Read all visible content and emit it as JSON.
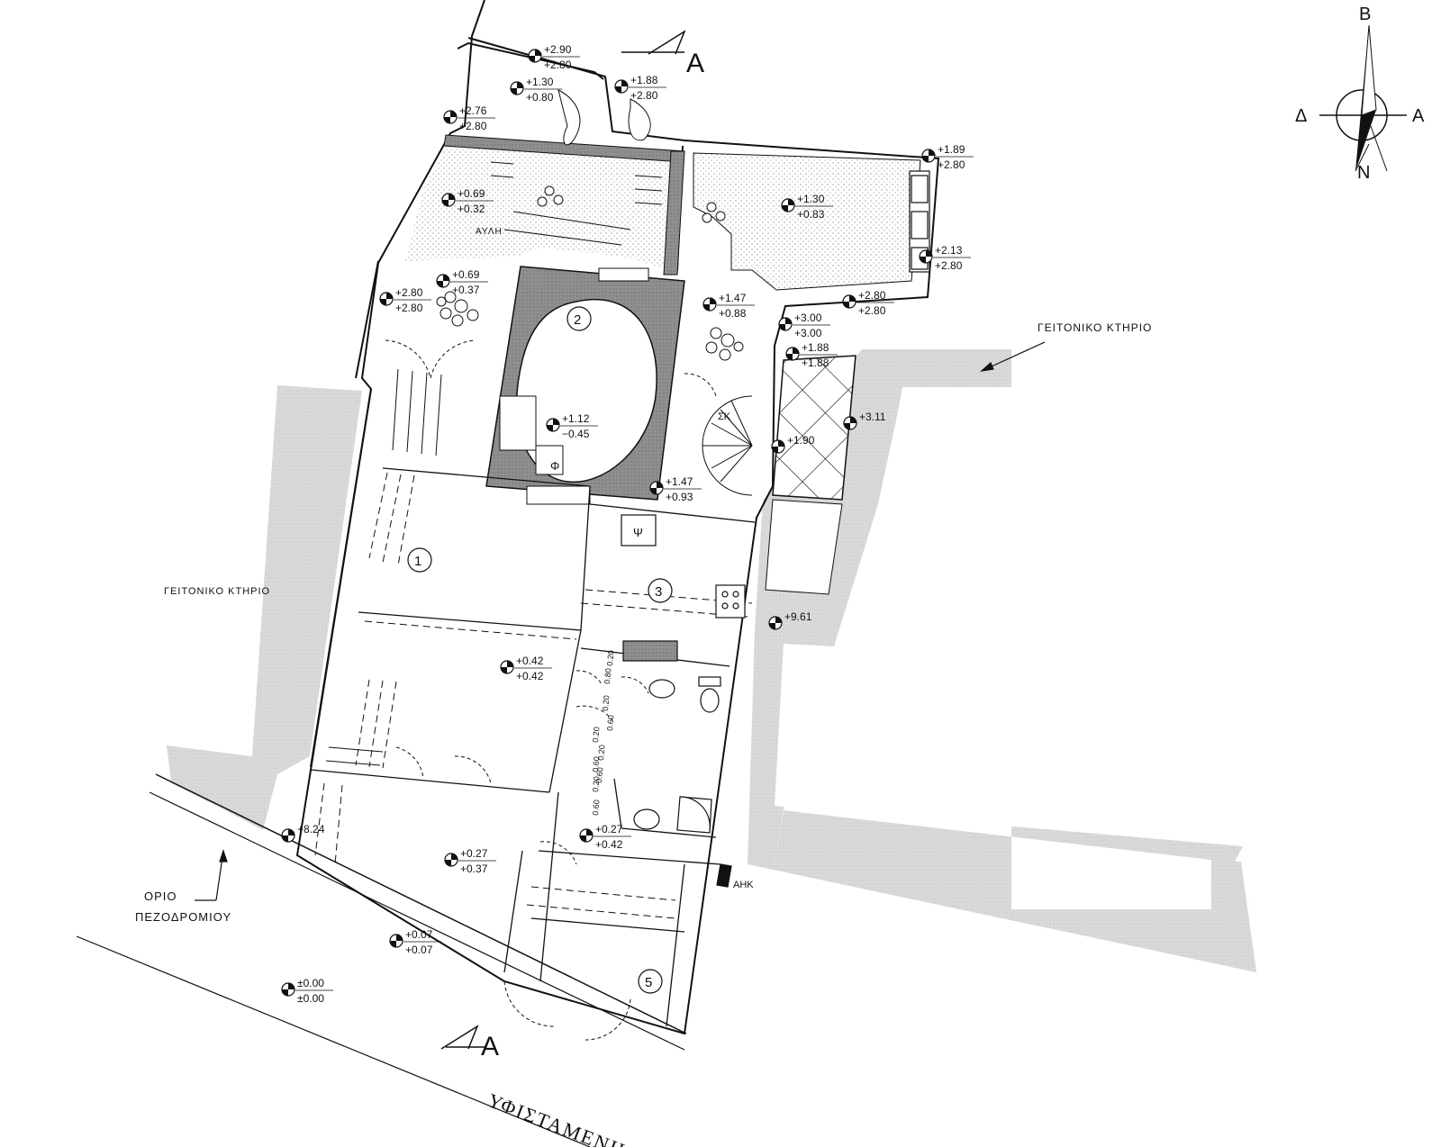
{
  "labels": {
    "section_top": "A",
    "section_bottom": "A",
    "neighbor_right": "ΓΕΙΤΟΝΙΚΟ ΚΤΗΡΙΟ",
    "neighbor_left": "ΓΕΙΤΟΝΙΚΟ ΚΤΗΡΙΟ",
    "yard": "ΑΥΛΗ",
    "sidewalk_line1": "ΟΡΙΟ",
    "sidewalk_line2": "ΠΕΖΟΔΡΟΜΙΟΥ",
    "street": "ΥΦΙΣΤΑΜΕΝΗ ΑΣΦΑ",
    "ahk": "ΑΗΚ",
    "stair": "ΣΚ",
    "sym_phi": "Φ",
    "sym_psi": "Ψ"
  },
  "compass": {
    "north": "B",
    "south": "N",
    "east": "A",
    "west": "Δ"
  },
  "rooms": [
    "1",
    "2",
    "3",
    "5"
  ],
  "levels": [
    {
      "top": "+2.90",
      "bottom": "+2.80"
    },
    {
      "top": "+1.30",
      "bottom": "+0.80"
    },
    {
      "top": "+1.88",
      "bottom": "+2.80"
    },
    {
      "top": "+2.76",
      "bottom": "+2.80"
    },
    {
      "top": "+1.89",
      "bottom": "+2.80"
    },
    {
      "top": "+0.69",
      "bottom": "+0.32"
    },
    {
      "top": "+1.30",
      "bottom": "+0.83"
    },
    {
      "top": "+2.13",
      "bottom": "+2.80"
    },
    {
      "top": "+0.69",
      "bottom": "+0.37"
    },
    {
      "top": "+2.80",
      "bottom": "+2.80"
    },
    {
      "top": "+2.80",
      "bottom": "+2.80"
    },
    {
      "top": "+1.47",
      "bottom": "+0.88"
    },
    {
      "top": "+3.00",
      "bottom": "+3.00"
    },
    {
      "top": "+1.88",
      "bottom": "+1.88"
    },
    {
      "top": "+1.12",
      "bottom": "−0.45"
    },
    {
      "top": "+3.11",
      "bottom": ""
    },
    {
      "top": "+1.90",
      "bottom": ""
    },
    {
      "top": "+1.47",
      "bottom": "+0.93"
    },
    {
      "top": "+9.61",
      "bottom": ""
    },
    {
      "top": "+0.42",
      "bottom": "+0.42"
    },
    {
      "top": "+8.24",
      "bottom": ""
    },
    {
      "top": "+0.27",
      "bottom": "+0.42"
    },
    {
      "top": "+0.27",
      "bottom": "+0.37"
    },
    {
      "top": "+0.07",
      "bottom": "+0.07"
    },
    {
      "top": "±0.00",
      "bottom": "±0.00"
    }
  ],
  "dims": [
    "0.20",
    "0.60",
    "0.20",
    "0.60",
    "0.20",
    "0.80",
    "0.20",
    "0.60",
    "0.20",
    "0.60"
  ]
}
